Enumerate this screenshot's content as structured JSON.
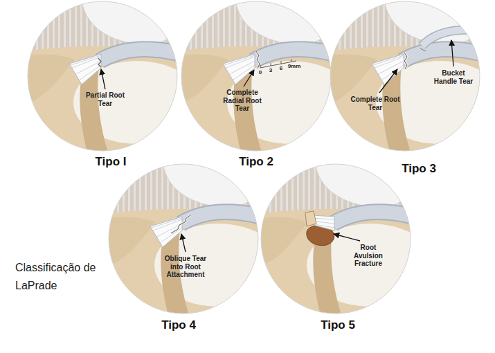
{
  "diagram": {
    "caption": "Classificação de LaPrade",
    "nodes": [
      {
        "text": [
          "Partial Root Tear",
          "Tipo I"
        ]
      },
      {
        "text": [
          "Complete Radial Root Tear",
          "Tipo 2"
        ]
      },
      {
        "text": [
          "Complete Root Tear",
          "Bucket Handle Tear",
          "Tipo 3"
        ]
      },
      {
        "text": [
          "Oblique Tear into Root Attachment",
          "Tipo 4"
        ]
      },
      {
        "text": [
          "Root Avulsion Fracture",
          "Tipo 5"
        ]
      }
    ],
    "labels": [
      "0",
      "3",
      "6",
      "9mm"
    ]
  }
}
